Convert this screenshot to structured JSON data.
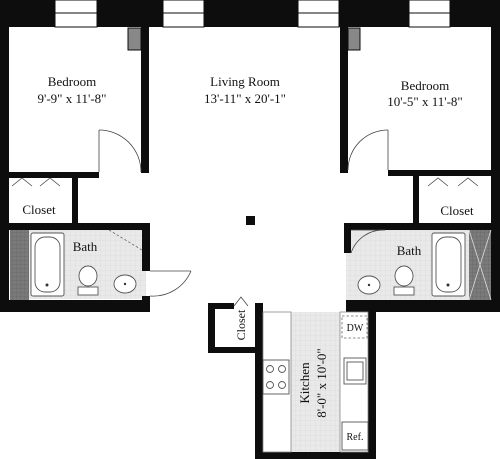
{
  "rooms": {
    "bedroom_left": {
      "name": "Bedroom",
      "dims": "9'-9\" x 11'-8\""
    },
    "living_room": {
      "name": "Living Room",
      "dims": "13'-11\" x 20'-1\""
    },
    "bedroom_right": {
      "name": "Bedroom",
      "dims": "10'-5\" x 11'-8\""
    },
    "closet_left": {
      "name": "Closet"
    },
    "closet_right": {
      "name": "Closet"
    },
    "closet_center": {
      "name": "Closet"
    },
    "bath_left": {
      "name": "Bath"
    },
    "bath_right": {
      "name": "Bath"
    },
    "kitchen": {
      "name": "Kitchen",
      "dims": "8'-0\" x 10'-0\""
    }
  },
  "appliances": {
    "dishwasher": "DW",
    "refrigerator": "Ref."
  },
  "colors": {
    "wall": "#0d0d0d",
    "floor_tile": "#e6e6e6",
    "shower": "#777777",
    "background": "#ffffff"
  }
}
